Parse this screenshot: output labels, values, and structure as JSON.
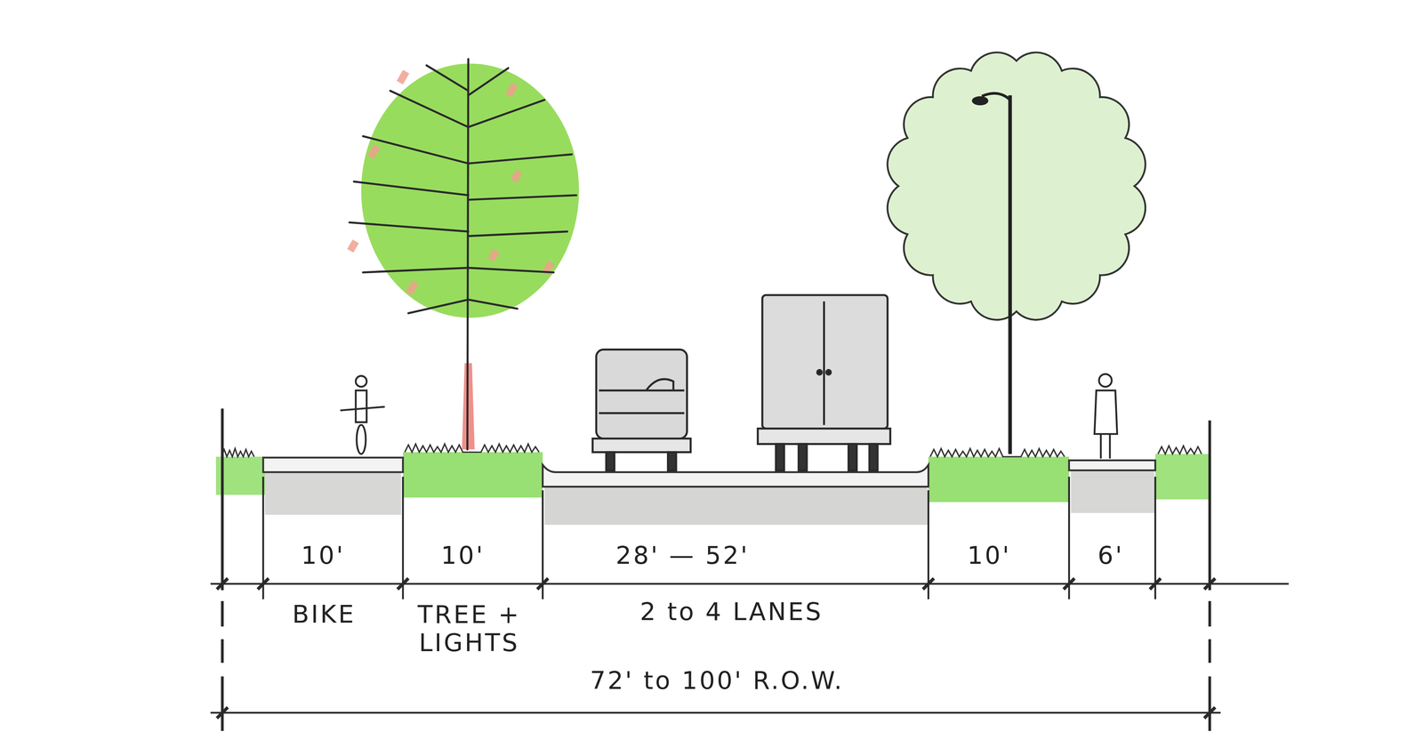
{
  "diagram": {
    "labels": [
      "10'",
      "10'",
      "28' — 52'",
      "10'",
      "6'",
      "BIKE",
      "TREE + LIGHTS",
      "2 to 4 LANES",
      "72' to 100' R.O.W."
    ]
  }
}
